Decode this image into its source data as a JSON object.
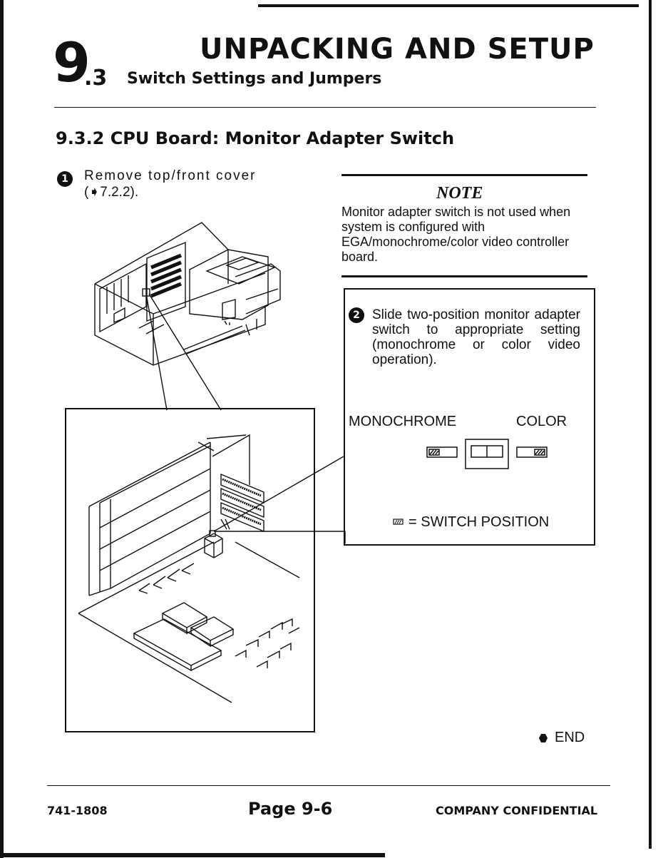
{
  "header": {
    "chapter_number": "9",
    "section_suffix": ".3",
    "title": "UNPACKING AND SETUP",
    "section_title": "Switch Settings and Jumpers"
  },
  "section": {
    "heading": "9.3.2 CPU Board: Monitor Adapter Switch"
  },
  "step1": {
    "number": "1",
    "line1": "Remove top/front cover",
    "line2": "(➧7.2.2)."
  },
  "note": {
    "title": "NOTE",
    "text": "Monitor adapter switch is not used when system is configured with EGA/monochrome/color video controller board."
  },
  "step2": {
    "number": "2",
    "text": "Slide two-position monitor adapter switch to appropriate setting (monochrome or color video operation)."
  },
  "switch_diagram": {
    "left_label": "MONOCHROME",
    "right_label": "COLOR",
    "legend_text": "= SWITCH POSITION"
  },
  "end_marker": {
    "text": "END"
  },
  "footer": {
    "doc_number": "741-1808",
    "page": "Page 9-6",
    "confidential": "COMPANY CONFIDENTIAL"
  }
}
